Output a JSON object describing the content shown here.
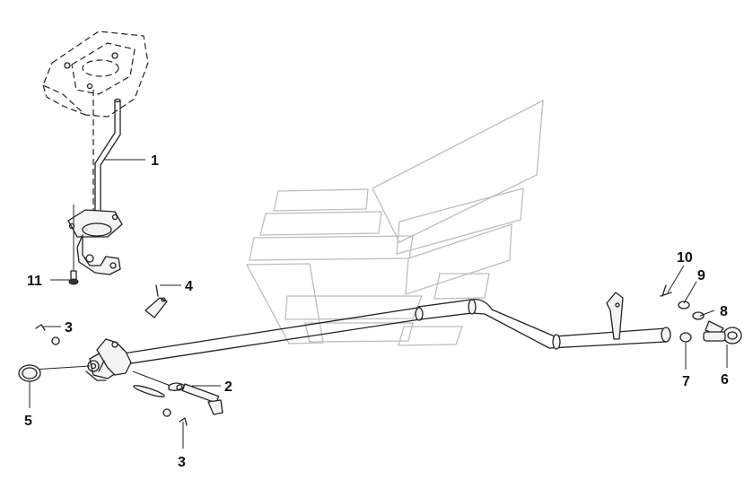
{
  "callouts": {
    "c1": "1",
    "c2": "2",
    "c3a": "3",
    "c3b": "3",
    "c4": "4",
    "c5": "5",
    "c6": "6",
    "c7": "7",
    "c8": "8",
    "c9": "9",
    "c10": "10",
    "c11": "11"
  },
  "colors": {
    "line": "#222222",
    "watermark": "#bdbdbd",
    "background": "#ffffff"
  }
}
